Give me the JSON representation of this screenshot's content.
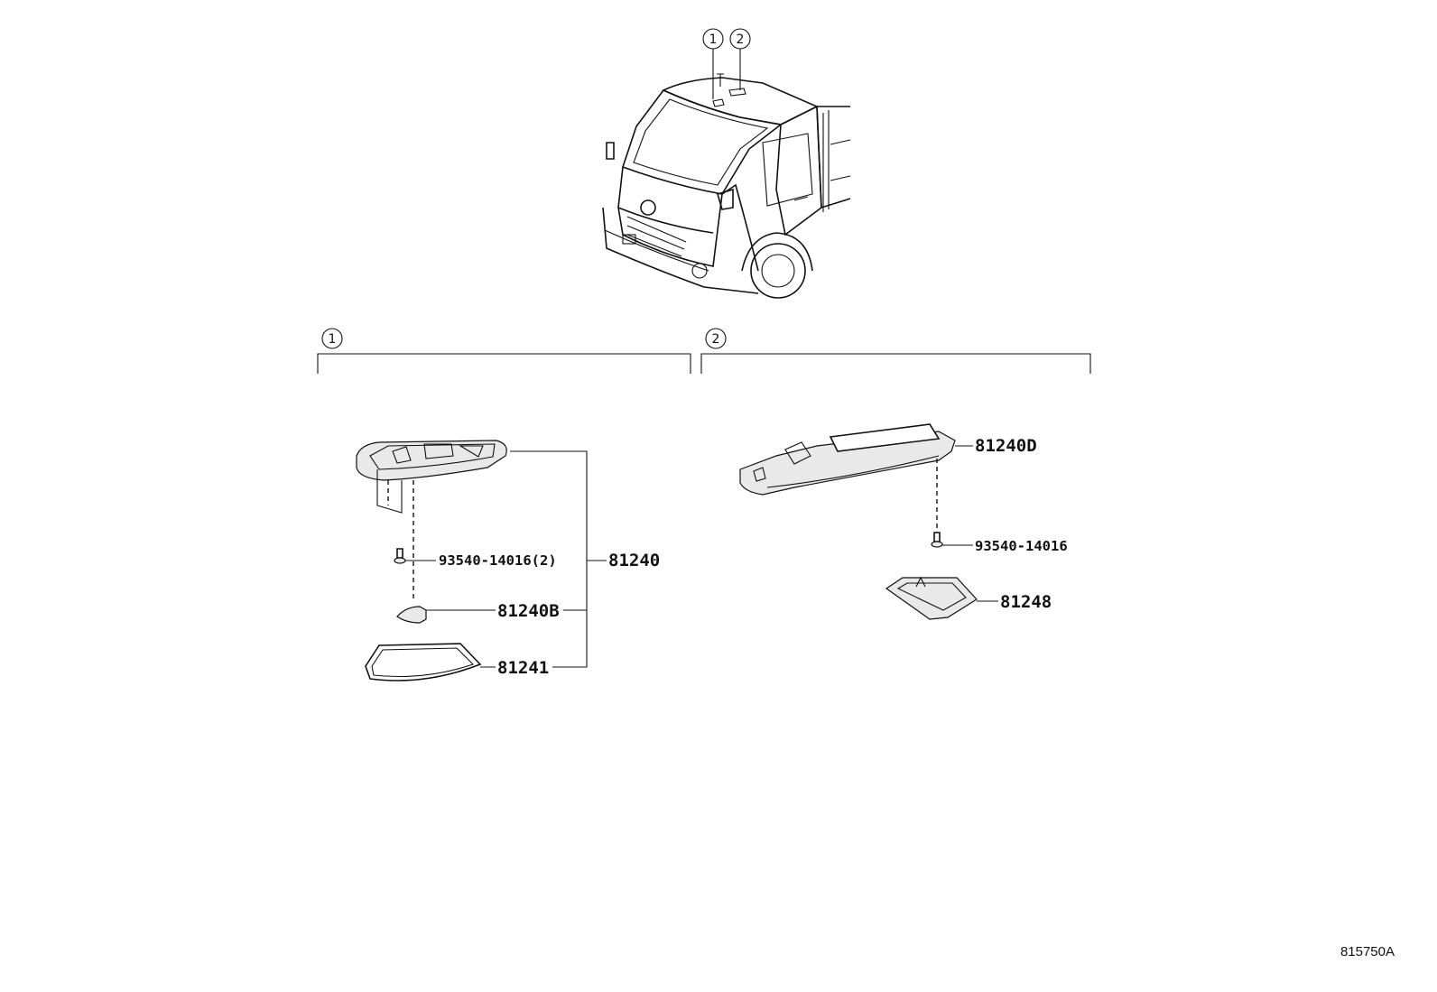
{
  "diagram": {
    "drawing_code": "815750A",
    "callouts": {
      "one": "1",
      "two": "2"
    },
    "group1": {
      "label": "1",
      "parts": {
        "lamp_assy": "81240",
        "screw": "93540-14016(2)",
        "bulb": "81240B",
        "lens": "81241"
      }
    },
    "group2": {
      "label": "2",
      "parts": {
        "lamp_assy": "81240D",
        "screw": "93540-14016",
        "lens": "81248"
      }
    }
  }
}
